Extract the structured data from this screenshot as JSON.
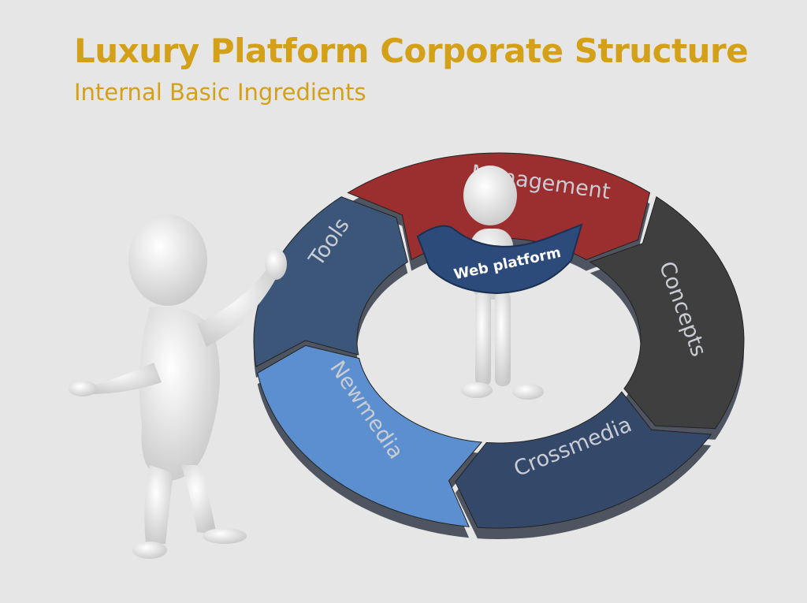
{
  "title": "Luxury Platform Corporate Structure",
  "subtitle": "Internal Basic Ingredients",
  "cycle": {
    "center_label": "Web platform",
    "segments": [
      {
        "label": "Management",
        "color": "#9b2f2f"
      },
      {
        "label": "Concepts",
        "color": "#3f3f3f"
      },
      {
        "label": "Crossmedia",
        "color": "#34486a"
      },
      {
        "label": "Newmedia",
        "color": "#5b8fd0"
      },
      {
        "label": "Tools",
        "color": "#3b5679"
      }
    ]
  },
  "colors": {
    "accent": "#d4a017",
    "background": "#e6e6e6",
    "figure": "#f2f2f2",
    "banner": "#2c4a7a"
  }
}
